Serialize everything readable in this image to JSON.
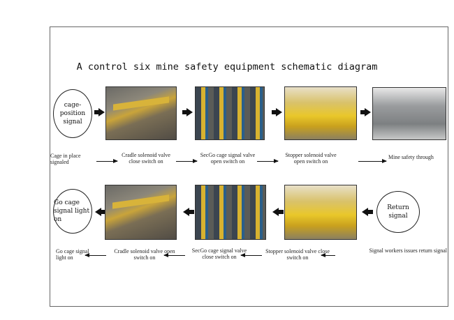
{
  "title": "A control six mine safety equipment schematic diagram",
  "row1": {
    "circle": "cage-position signal",
    "captions": [
      "Cage in place signaled",
      "Cradle solenoid valve close switch on",
      "SecGo cage signal valve open switch on",
      "Stopper solenoid valve open switch on",
      "Mine safety through"
    ]
  },
  "row2": {
    "circle_left": "Go cage signal light on",
    "circle_right": "Return signal",
    "captions": [
      "Go cage signal light on",
      "Cradle solenoid valve open switch on",
      "SecGo cage signal valve close switch on",
      "Stopper solenoid valve close switch on",
      "Signal workers issues return signal"
    ]
  }
}
